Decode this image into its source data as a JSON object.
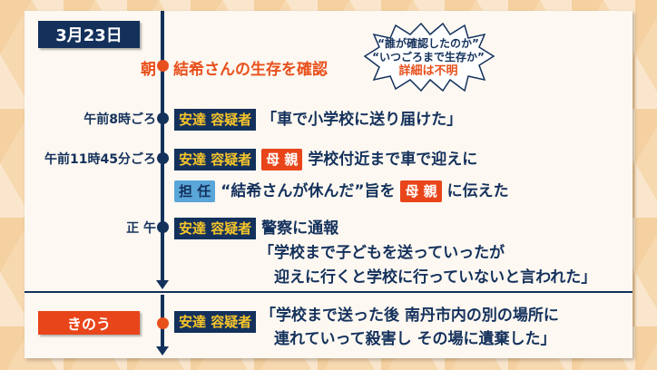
{
  "date_badge": "3月23日",
  "yesterday_badge": "きのう",
  "colors": {
    "navy": "#14315c",
    "orange": "#e8501c",
    "yellow": "#f6c52b",
    "light_blue": "#5aa6d9",
    "panel_bg": "#fdf8f1"
  },
  "events": {
    "morning": {
      "time": "朝",
      "text": "結希さんの生存を確認",
      "callout": {
        "line1": "“誰が確認したのか”",
        "line2": "“いつごろまで生存か”",
        "line3": "詳細は不明"
      }
    },
    "am8": {
      "time": "午前8時ごろ",
      "tag": "安達 容疑者",
      "text": "「車で小学校に送り届けた」"
    },
    "am1145": {
      "time": "午前11時45分ごろ",
      "tag": "安達 容疑者",
      "tag2": "母 親",
      "text": "学校付近まで車で迎えに",
      "line2_tag": "担 任",
      "line2_text": "“結希さんが休んだ”旨を",
      "line2_tag2": "母 親",
      "line2_text2": "に伝えた"
    },
    "noon": {
      "time": "正 午",
      "tag": "安達 容疑者",
      "text": "警察に通報",
      "quote_line1": "「学校まで子どもを送っていったが",
      "quote_line2": "迎えに行くと学校に行っていないと言われた」"
    },
    "yesterday": {
      "tag": "安達 容疑者",
      "quote_line1": "「学校まで送った後 南丹市内の別の場所に",
      "quote_line2": "連れていって殺害し その場に遺棄した」"
    }
  }
}
